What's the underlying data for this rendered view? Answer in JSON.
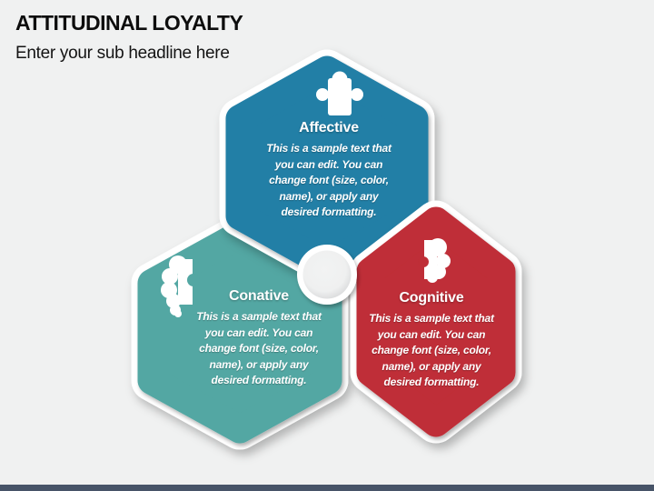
{
  "slide": {
    "title": "ATTITUDINAL LOYALTY",
    "subtitle": "Enter your sub headline here",
    "background_color": "#F0F1F1",
    "footer_bar_color": "#475468"
  },
  "hexagons": [
    {
      "key": "affective",
      "title": "Affective",
      "color": "#217FA6",
      "icon": "puzzle-piece-icon",
      "body_lines": [
        "This is a sample text that",
        "you can edit. You can",
        "change font (size, color,",
        "name), or apply any",
        "desired formatting."
      ]
    },
    {
      "key": "conative",
      "title": "Conative",
      "color": "#53A7A3",
      "icon": "brain-left-half-icon",
      "body_lines": [
        "This is a sample text that",
        "you can edit. You can",
        "change font (size, color,",
        "name), or apply any",
        "desired formatting."
      ]
    },
    {
      "key": "cognitive",
      "title": "Cognitive",
      "color": "#BF2E37",
      "icon": "brain-right-half-icon",
      "body_lines": [
        "This is a sample text that",
        "you can edit. You can",
        "change font (size, color,",
        "name), or apply any",
        "desired formatting."
      ]
    }
  ]
}
